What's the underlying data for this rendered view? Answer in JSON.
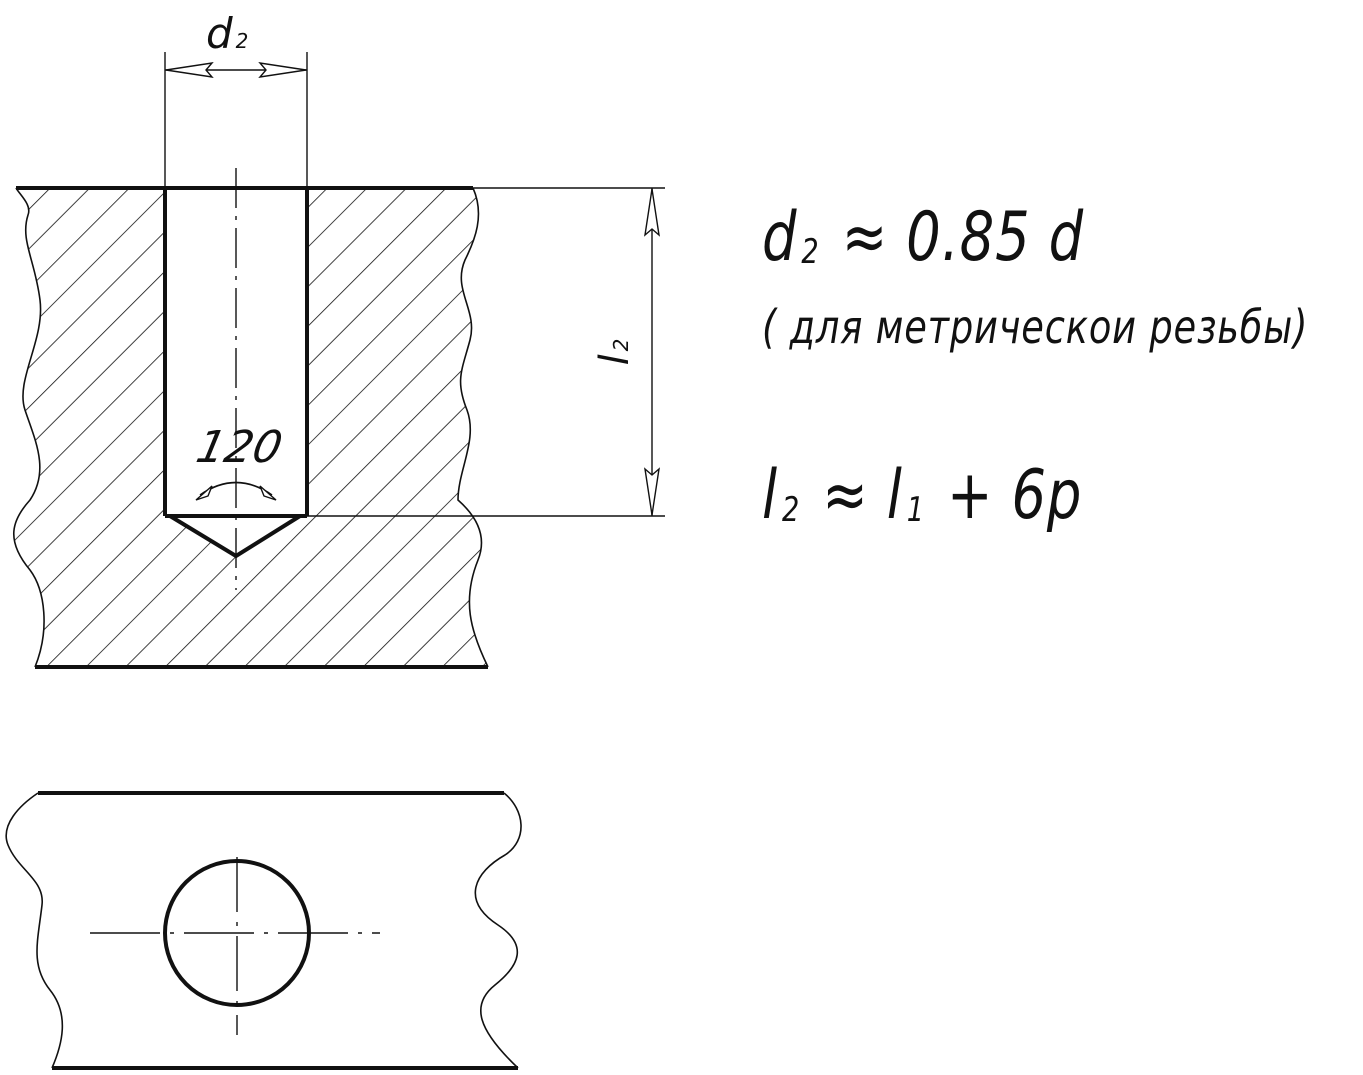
{
  "labels": {
    "d2_symbol": "d",
    "d2_index": "2",
    "l2_symbol": "l",
    "l2_index": "2",
    "angle": "120"
  },
  "formulas": {
    "d2_lhs": "d",
    "d2_lhs_index": "2",
    "d2_rhs": "≈ 0.85 d",
    "note": "( для метрическои резьбы)",
    "l2_lhs": "l",
    "l2_lhs_index": "2",
    "l2_mid": "≈ l",
    "l2_mid_index": "1",
    "l2_rhs": "+ 6p"
  },
  "colors": {
    "ink": "#111111",
    "paper": "#ffffff"
  }
}
